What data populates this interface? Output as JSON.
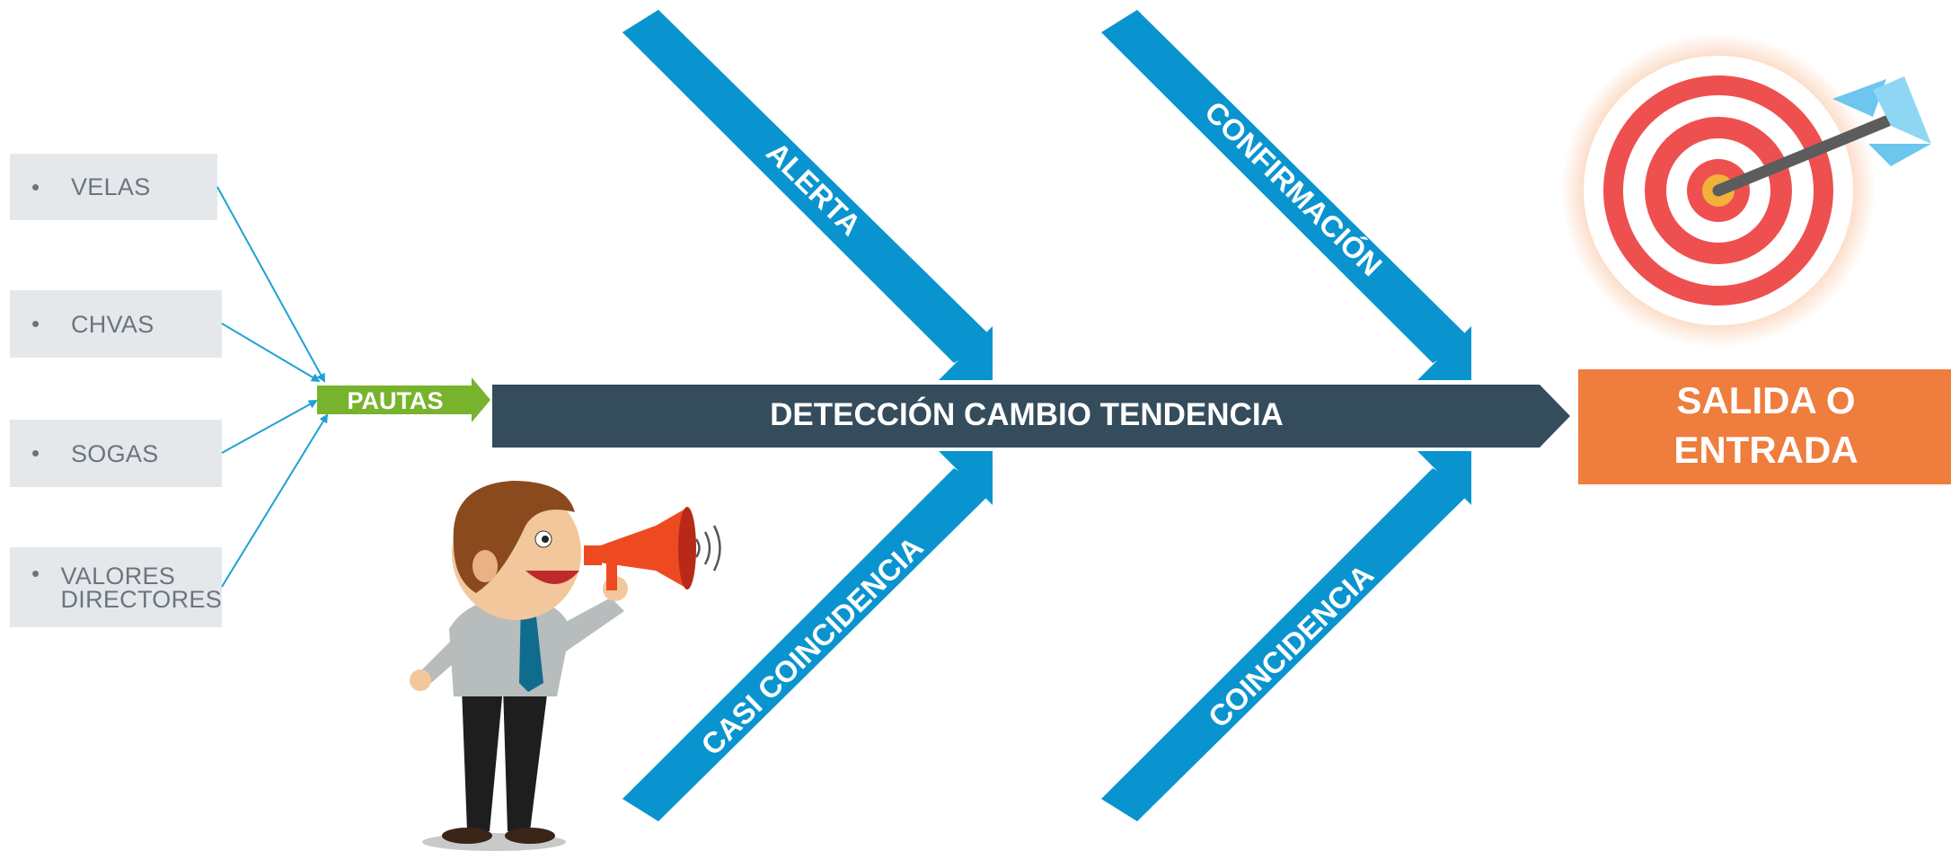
{
  "inputs": {
    "items": [
      {
        "label": "VELAS"
      },
      {
        "label": "CHVAS"
      },
      {
        "label": "SOGAS"
      },
      {
        "label": "VALORES\nDIRECTORES",
        "line1": "VALORES",
        "line2": "DIRECTORES"
      }
    ]
  },
  "guidelines_label": "PAUTAS",
  "spine_label": "DETECCIÓN CAMBIO TENDENCIA",
  "result": {
    "line1": "SALIDA O",
    "line2": "ENTRADA"
  },
  "bones": {
    "top_left": "ALERTA",
    "top_right": "CONFIRMACIÓN",
    "bottom_left": "CASI COINCIDENCIA",
    "bottom_right": "COINCIDENCIA"
  },
  "colors": {
    "bone_blue": "#0a94cf",
    "spine_dark": "#344c5c",
    "guidelines_green": "#77b32c",
    "result_orange": "#ee7d3e",
    "connector_blue": "#1ea0d6",
    "box_gray": "#e5e8eb",
    "text_gray": "#6b7580"
  },
  "illustrations": {
    "person": "businessman-megaphone-icon",
    "target": "target-arrow-icon"
  }
}
